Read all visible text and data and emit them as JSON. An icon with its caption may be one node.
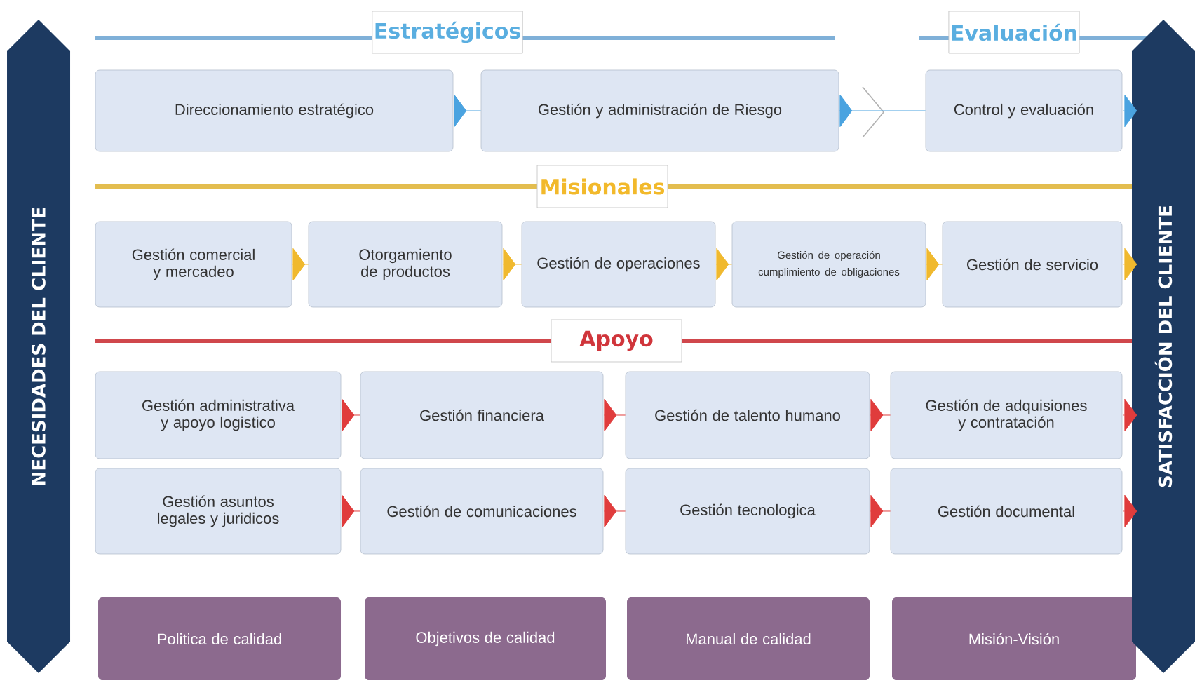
{
  "diagram": {
    "nodes": [
      {
        "text": [
          "NECESIDADES DEL CLIENTE"
        ]
      },
      {
        "text": [
          "Estratégicos"
        ]
      },
      {
        "text": [
          "Evaluación"
        ]
      },
      {
        "text": [
          "Direccionamiento estratégico"
        ]
      },
      {
        "text": [
          "Gestión y administración de Riesgo"
        ]
      },
      {
        "text": [
          "Control y evaluación"
        ]
      },
      {
        "text": [
          "Misionales"
        ]
      },
      {
        "text": [
          "Gestión comercial y mercadeo"
        ]
      },
      {
        "text": [
          "Otorgamiento de productos"
        ]
      },
      {
        "text": [
          "Gestión de operaciones"
        ]
      },
      {
        "text": [
          "Gestión de operación cumplimiento de obligaciones"
        ]
      },
      {
        "text": [
          "Gestión de servicio"
        ]
      },
      {
        "text": [
          "Apoyo"
        ]
      },
      {
        "text": [
          "Gestión administrativa y apoyo logistico"
        ]
      },
      {
        "text": [
          "Gestión financiera"
        ]
      },
      {
        "text": [
          "Gestión de talento humano"
        ]
      },
      {
        "text": [
          "Gestión de adquisiones y contratación"
        ]
      },
      {
        "text": [
          "Gestión asuntos legales y juridicos"
        ]
      },
      {
        "text": [
          "Gestión de comunicaciones"
        ]
      },
      {
        "text": [
          "Gestión tecnologica"
        ]
      },
      {
        "text": [
          "Gestión documental"
        ]
      },
      {
        "text": [
          "Politica de calidad"
        ]
      },
      {
        "text": [
          "Objetivos de calidad"
        ]
      },
      {
        "text": [
          "Manual de calidad"
        ]
      },
      {
        "text": [
          "Misión-Visión"
        ]
      },
      {
        "text": [
          "SATISFACCIÓN DEL CLIENTE"
        ]
      }
    ],
    "edges": [
      {
        "from": 3,
        "to": 4,
        "arrow": "to",
        "color": "#4aa3e0"
      },
      {
        "from": 4,
        "to": 5,
        "arrow": "to",
        "color": "#4aa3e0"
      },
      {
        "from": 5,
        "to": null,
        "arrow": "to",
        "color": "#4aa3e0"
      },
      {
        "from": 7,
        "to": 8,
        "arrow": "to",
        "color": "#f0b92e"
      },
      {
        "from": 8,
        "to": 9,
        "arrow": "to",
        "color": "#f0b92e"
      },
      {
        "from": 9,
        "to": 10,
        "arrow": "to",
        "color": "#f0b92e"
      },
      {
        "from": 10,
        "to": 11,
        "arrow": "to",
        "color": "#f0b92e"
      },
      {
        "from": 11,
        "to": null,
        "arrow": "to",
        "color": "#f0b92e"
      },
      {
        "from": 13,
        "to": 14,
        "arrow": "to"
      },
      {
        "from": 14,
        "to": 15,
        "arrow": "to"
      },
      {
        "from": 15,
        "to": 16,
        "arrow": "to"
      },
      {
        "from": 16,
        "to": null,
        "arrow": "to"
      },
      {
        "from": 17,
        "to": 18,
        "arrow": "to"
      },
      {
        "from": 18,
        "to": 19,
        "arrow": "to"
      },
      {
        "from": 19,
        "to": 20,
        "arrow": "to"
      },
      {
        "from": 20,
        "to": null,
        "arrow": "to"
      }
    ]
  }
}
